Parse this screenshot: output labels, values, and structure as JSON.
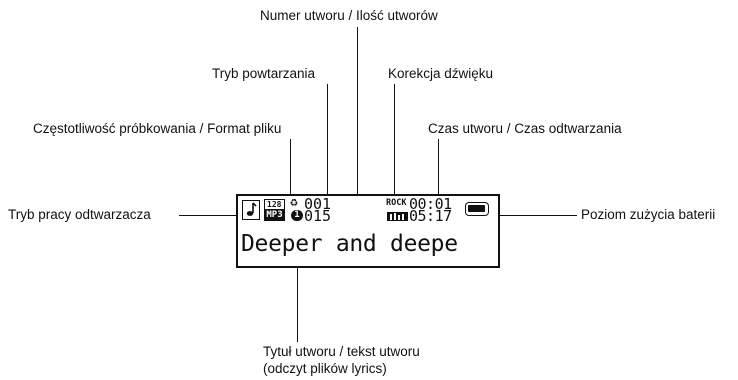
{
  "labels": {
    "track_number": "Numer utworu / Ilość utworów",
    "repeat_mode": "Tryb powtarzania",
    "equalizer": "Korekcja dźwięku",
    "sample_rate_format": "Częstotliwość próbkowania / Format pliku",
    "track_time": "Czas utworu / Czas odtwarzania",
    "player_mode": "Tryb pracy odtwarzacza",
    "battery_level": "Poziom zużycia baterii",
    "title_line1": "Tytuł utworu / tekst utworu",
    "title_line2": "(odczyt plików lyrics)"
  },
  "display": {
    "bitrate": "128",
    "format": "MP3",
    "repeat_symbol": "♻",
    "repeat_badge": "1",
    "track_current": "001",
    "track_total": "015",
    "eq": "ROCK",
    "time_elapsed": "00:01",
    "time_total": "05:17",
    "song_text": "Deeper and deepe",
    "battery_level": 1.0
  }
}
